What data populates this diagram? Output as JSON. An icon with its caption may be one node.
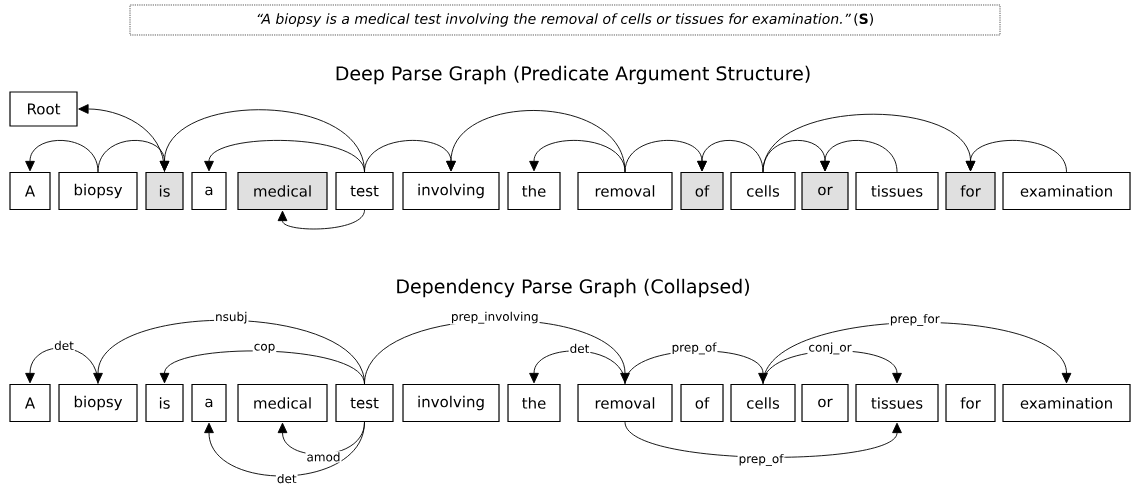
{
  "diagram": {
    "nodes": [
      {
        "text": [
          "“A biopsy is a medical test involving the removal of cells or tissues for examination.”",
          "(**S**)"
        ]
      },
      {
        "text": [
          "Root"
        ]
      },
      {
        "text": [
          "A"
        ]
      },
      {
        "text": [
          "biopsy"
        ]
      },
      {
        "text": [
          "is"
        ]
      },
      {
        "text": [
          "a"
        ]
      },
      {
        "text": [
          "medical"
        ]
      },
      {
        "text": [
          "test"
        ]
      },
      {
        "text": [
          "involving"
        ]
      },
      {
        "text": [
          "the"
        ]
      },
      {
        "text": [
          "removal"
        ]
      },
      {
        "text": [
          "of"
        ]
      },
      {
        "text": [
          "cells"
        ]
      },
      {
        "text": [
          "or"
        ]
      },
      {
        "text": [
          "tissues"
        ]
      },
      {
        "text": [
          "for"
        ]
      },
      {
        "text": [
          "examination"
        ]
      },
      {
        "text": [
          "A"
        ]
      },
      {
        "text": [
          "biopsy"
        ]
      },
      {
        "text": [
          "is"
        ]
      },
      {
        "text": [
          "a"
        ]
      },
      {
        "text": [
          "medical"
        ]
      },
      {
        "text": [
          "test"
        ]
      },
      {
        "text": [
          "involving"
        ]
      },
      {
        "text": [
          "the"
        ]
      },
      {
        "text": [
          "removal"
        ]
      },
      {
        "text": [
          "of"
        ]
      },
      {
        "text": [
          "cells"
        ]
      },
      {
        "text": [
          "or"
        ]
      },
      {
        "text": [
          "tissues"
        ]
      },
      {
        "text": [
          "for"
        ]
      },
      {
        "text": [
          "examination"
        ]
      }
    ],
    "edges": [
      {
        "from": 4,
        "to": 1,
        "arrow": "to"
      },
      {
        "from": 3,
        "to": 2,
        "arrow": "to"
      },
      {
        "from": 3,
        "to": 4,
        "arrow": "to"
      },
      {
        "from": 7,
        "to": 4,
        "arrow": "to"
      },
      {
        "from": 7,
        "to": 5,
        "arrow": "to"
      },
      {
        "from": 7,
        "to": 8,
        "arrow": "to"
      },
      {
        "from": 7,
        "to": 6,
        "arrow": "to"
      },
      {
        "from": 10,
        "to": 8,
        "arrow": "to"
      },
      {
        "from": 10,
        "to": 9,
        "arrow": "to"
      },
      {
        "from": 10,
        "to": 11,
        "arrow": "to"
      },
      {
        "from": 12,
        "to": 11,
        "arrow": "to"
      },
      {
        "from": 12,
        "to": 13,
        "arrow": "to"
      },
      {
        "from": 14,
        "to": 13,
        "arrow": "to"
      },
      {
        "from": 12,
        "to": 15,
        "arrow": "to"
      },
      {
        "from": 16,
        "to": 15,
        "arrow": "to"
      },
      {
        "from": 18,
        "to": 17,
        "arrow": "to",
        "label": "det"
      },
      {
        "from": 22,
        "to": 18,
        "arrow": "to",
        "label": "nsubj"
      },
      {
        "from": 22,
        "to": 19,
        "arrow": "to",
        "label": "cop"
      },
      {
        "from": 22,
        "to": 21,
        "arrow": "to",
        "label": "amod"
      },
      {
        "from": 22,
        "to": 20,
        "arrow": "to",
        "label": "det"
      },
      {
        "from": 22,
        "to": 25,
        "arrow": "to",
        "label": "prep_involving"
      },
      {
        "from": 25,
        "to": 24,
        "arrow": "to",
        "label": "det"
      },
      {
        "from": 25,
        "to": 27,
        "arrow": "to",
        "label": "prep_of"
      },
      {
        "from": 27,
        "to": 29,
        "arrow": "to",
        "label": "conj_or"
      },
      {
        "from": 27,
        "to": 31,
        "arrow": "to",
        "label": "prep_for"
      },
      {
        "from": 25,
        "to": 29,
        "arrow": "to",
        "label": "prep_of"
      }
    ],
    "labels": [
      "Deep Parse Graph (Predicate Argument Structure)",
      "Dependency Parse Graph (Collapsed)"
    ]
  }
}
